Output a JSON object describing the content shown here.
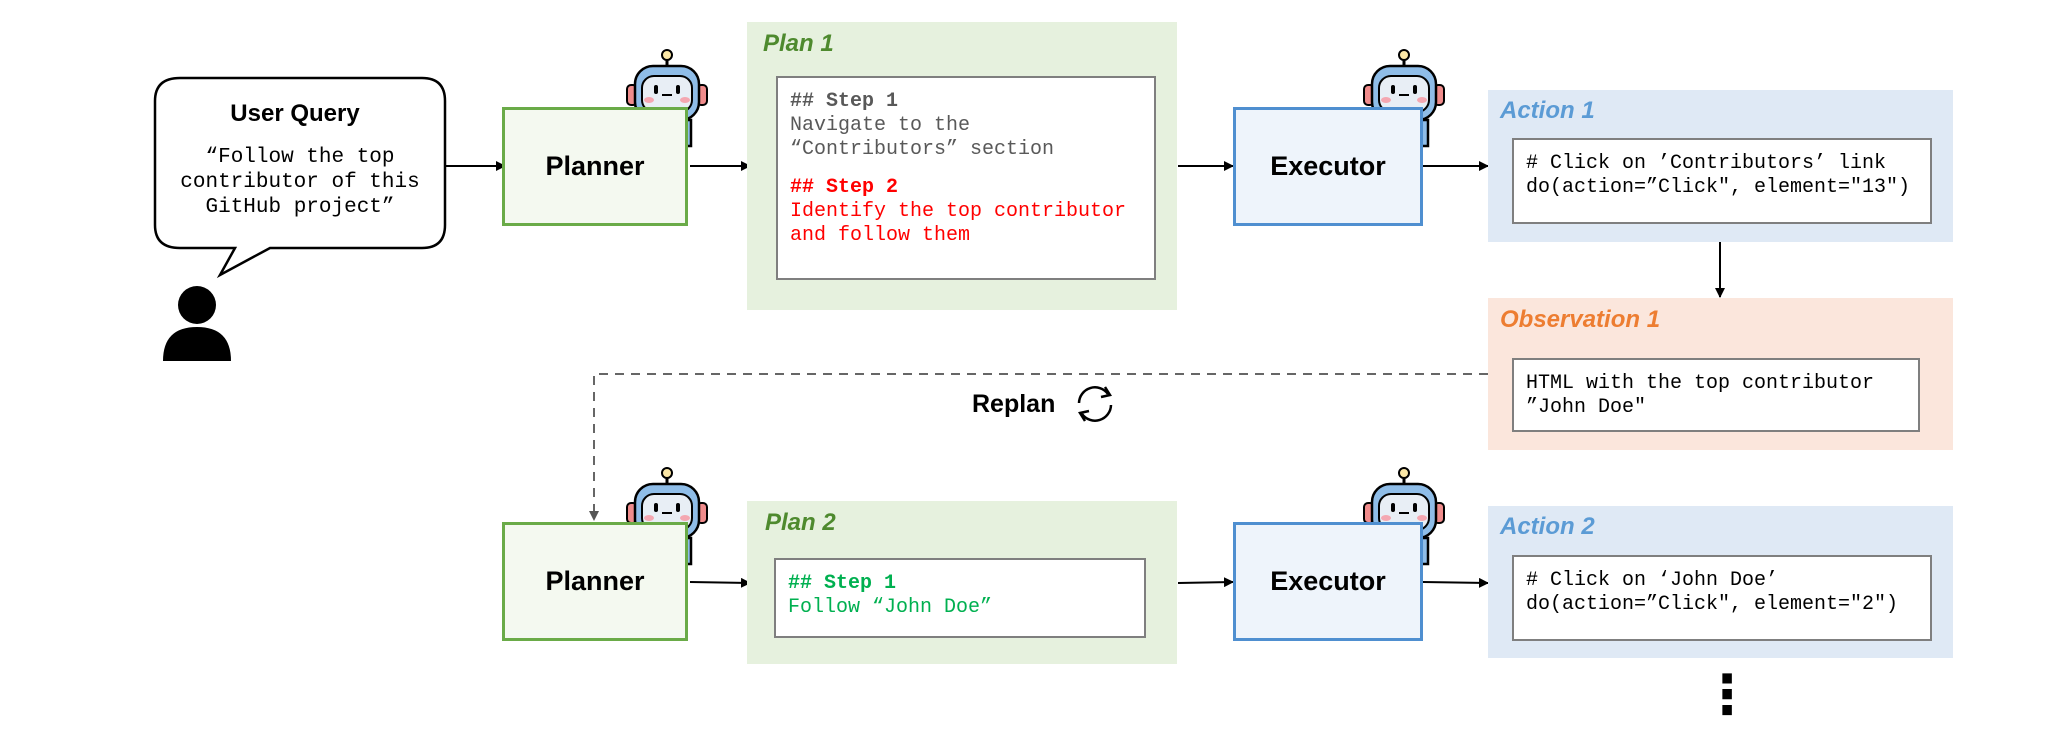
{
  "user_query": {
    "title": "User Query",
    "text": "“Follow the top\ncontributor of this\nGitHub project”"
  },
  "agents": {
    "planner_label": "Planner",
    "executor_label": "Executor"
  },
  "plan1": {
    "title": "Plan 1",
    "step1_heading": "## Step 1",
    "step1_text": "Navigate to the\n“Contributors” section",
    "step2_heading": "## Step 2",
    "step2_text": "Identify the top contributor\nand follow them"
  },
  "action1": {
    "title": "Action 1",
    "code": "# Click on ’Contributors’ link\ndo(action=”Click\", element=\"13\")"
  },
  "observation1": {
    "title": "Observation 1",
    "text": "HTML with the top contributor\n”John Doe\""
  },
  "replan_label": "Replan",
  "plan2": {
    "title": "Plan 2",
    "step1_heading": "## Step 1",
    "step1_text": "Follow “John Doe”"
  },
  "action2": {
    "title": "Action 2",
    "code": "# Click on ‘John Doe’\ndo(action=”Click\", element=\"2\")"
  },
  "ellipsis": "⋮",
  "colors": {
    "planner_border": "#6aab48",
    "executor_border": "#4f8fd0",
    "plan_title": "#4e8a2e",
    "action_title": "#5b9bd5",
    "observation_title": "#ed7d31",
    "step_red": "#ff0000",
    "step_green": "#00b050",
    "step_gray": "#595959"
  }
}
